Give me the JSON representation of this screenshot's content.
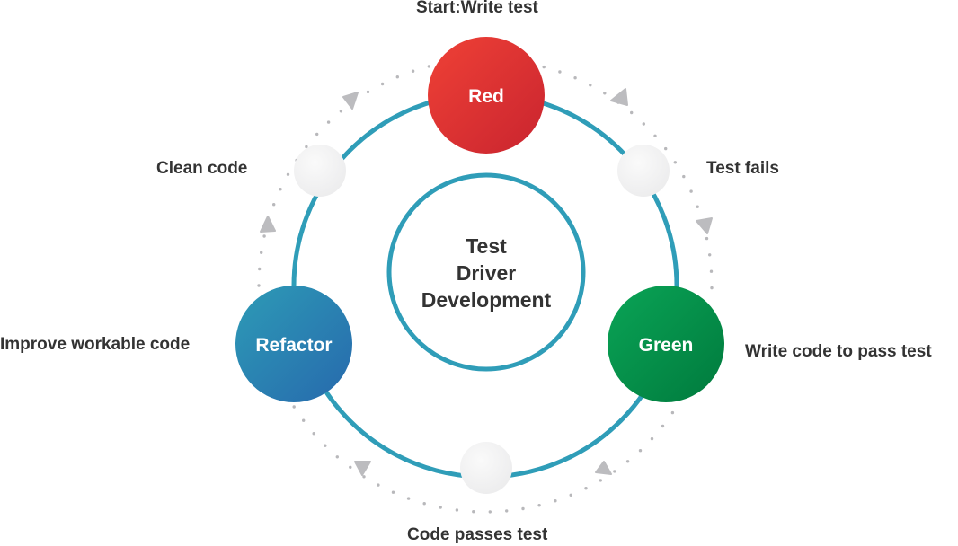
{
  "title": "Test Driver Development",
  "center": {
    "lines": [
      "Test",
      "Driver",
      "Development"
    ]
  },
  "stages": [
    {
      "id": "red",
      "label": "Red",
      "color_start": "#ef4136",
      "color_end": "#c9242f",
      "caption": "Start:Write test"
    },
    {
      "id": "green",
      "label": "Green",
      "color_start": "#0aa456",
      "color_end": "#007a3d",
      "caption": "Write code to pass test"
    },
    {
      "id": "refactor",
      "label": "Refactor",
      "color_start": "#2d9bb6",
      "color_end": "#2769ad",
      "caption": "Improve workable code"
    }
  ],
  "transitions": [
    {
      "id": "test-fails",
      "caption": "Test fails"
    },
    {
      "id": "code-passes",
      "caption": "Code passes test"
    },
    {
      "id": "clean-code",
      "caption": "Clean code"
    }
  ],
  "colors": {
    "ring": "#2f9db8",
    "text": "#333333",
    "dots": "#b8b8bb",
    "arrow": "#bcbcbf",
    "connector": "#f2f2f3"
  }
}
